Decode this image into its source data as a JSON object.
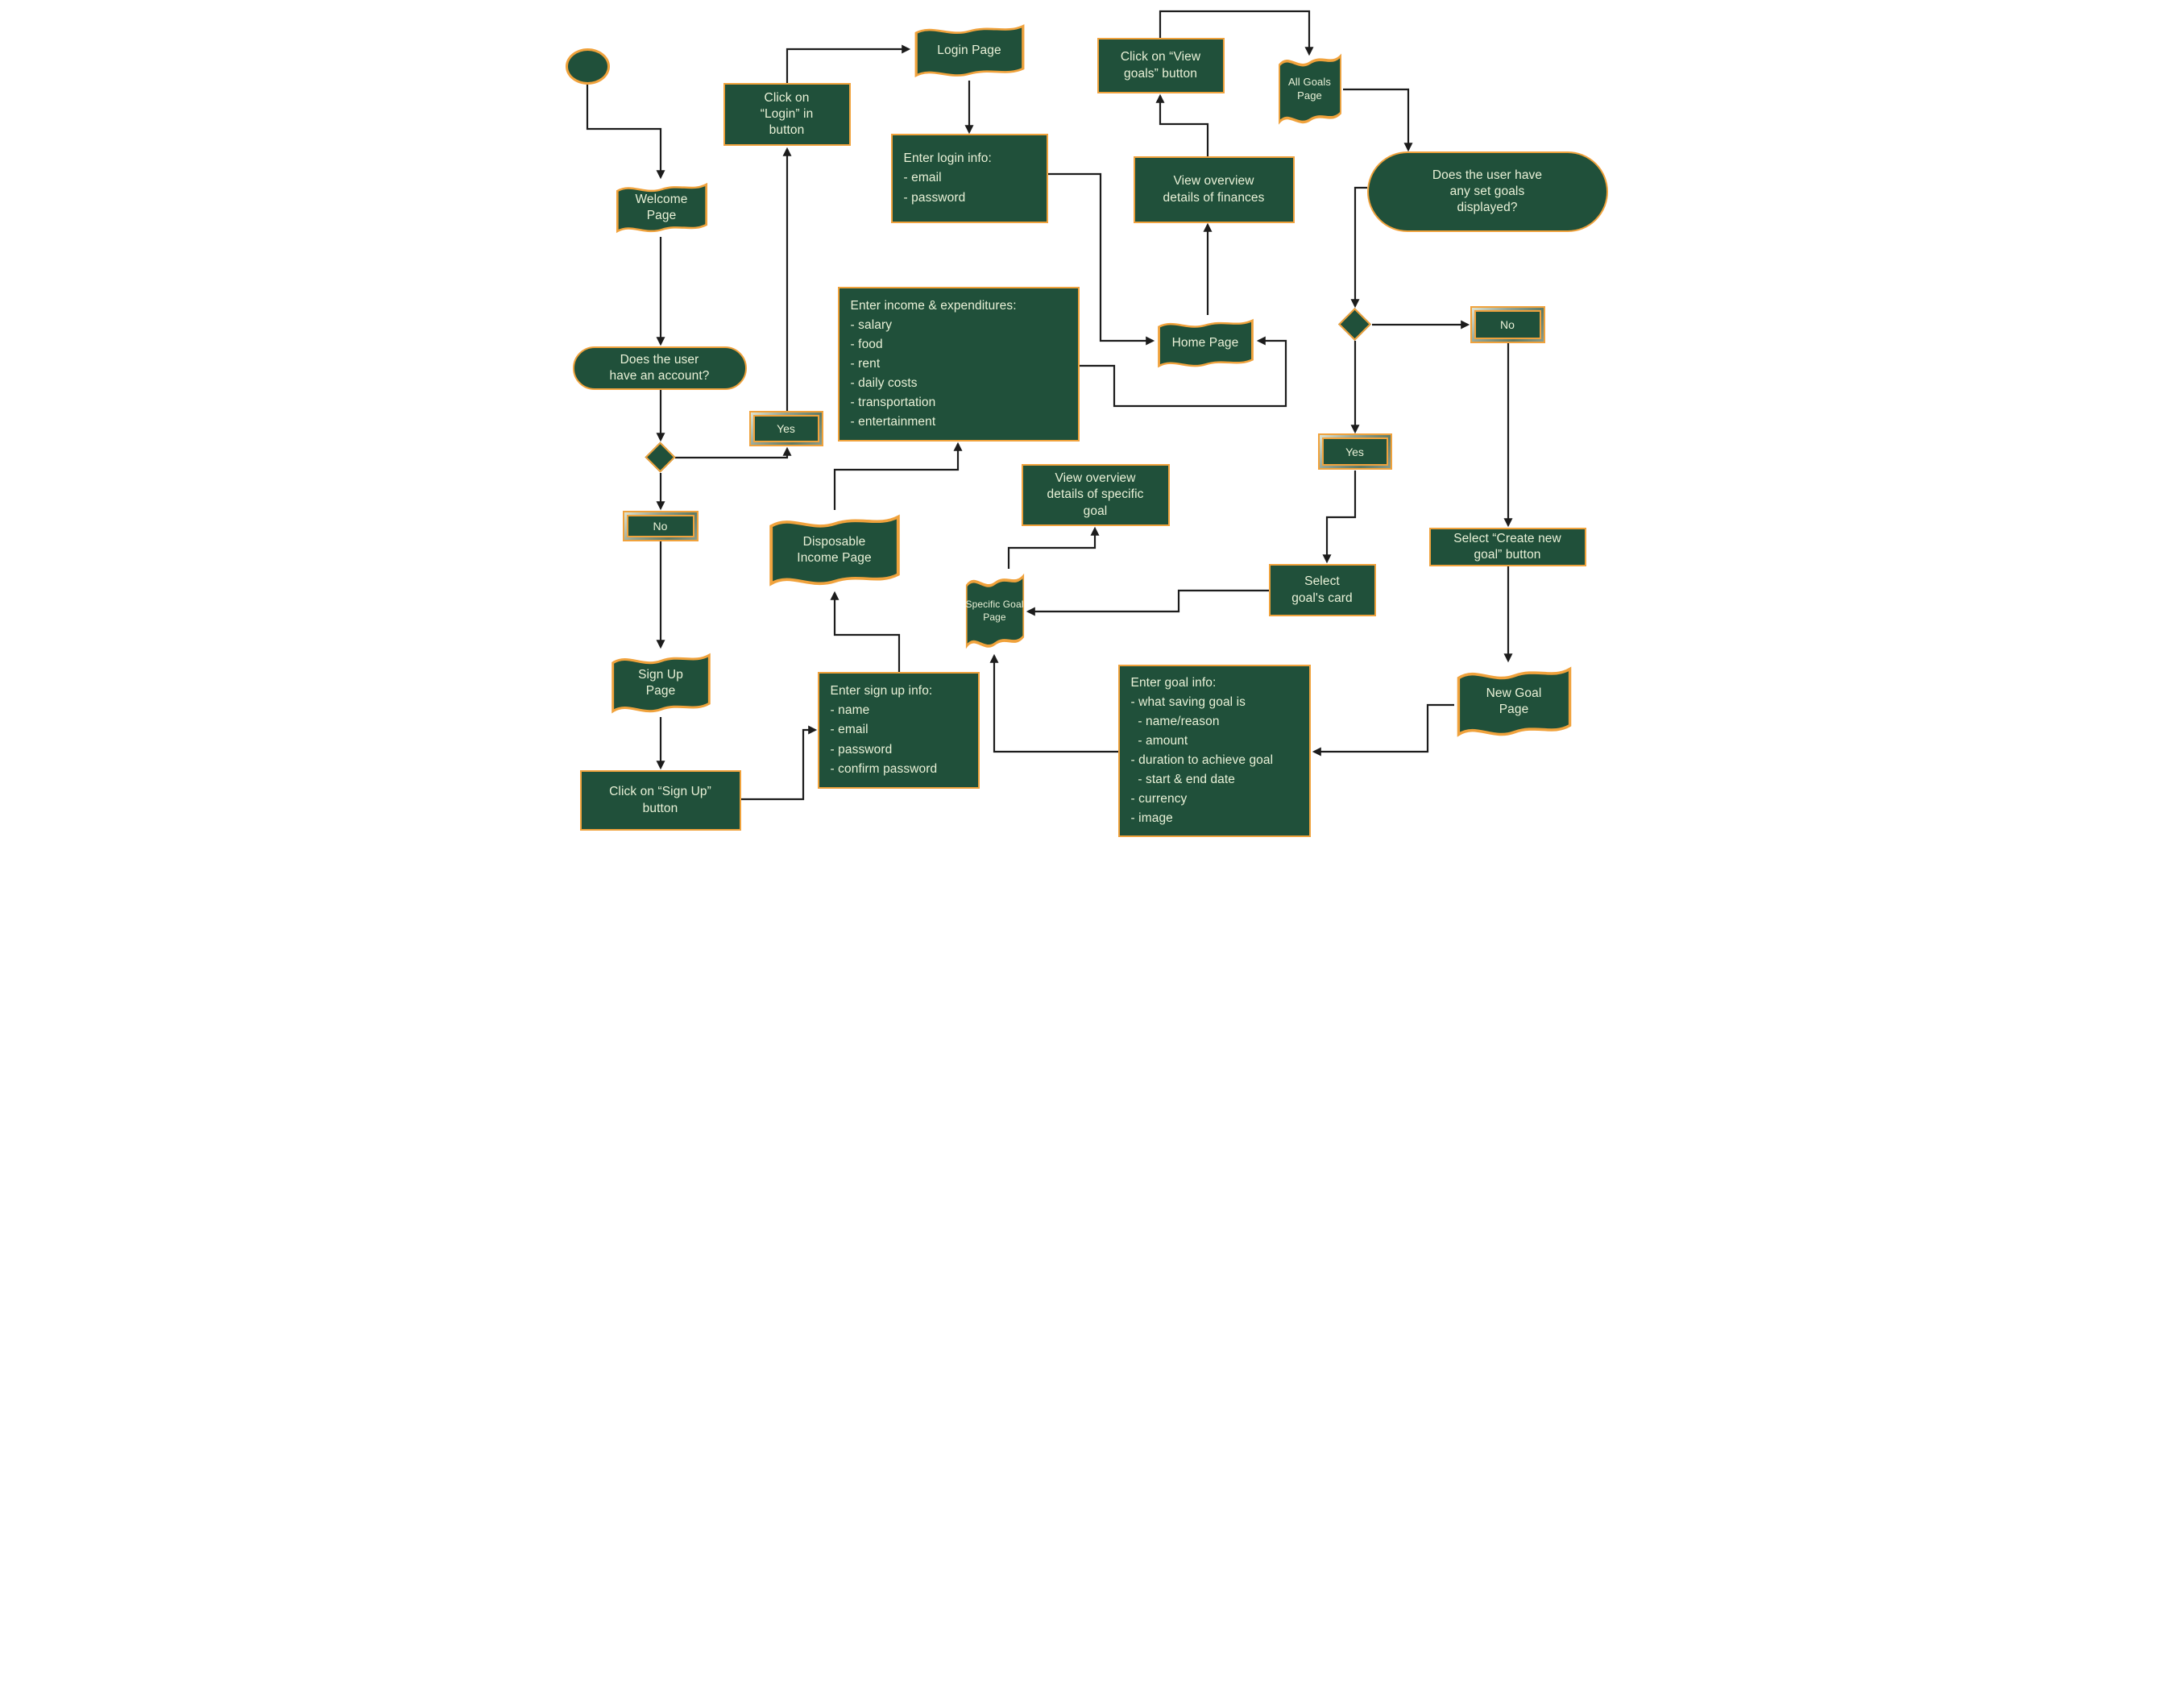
{
  "nodes": {
    "welcome_page": "Welcome\nPage",
    "account_question": "Does the user\nhave an account?",
    "no_left": "No",
    "yes_left": "Yes",
    "sign_up_page": "Sign Up\nPage",
    "click_sign_up": "Click on “Sign Up”\nbutton",
    "enter_sign_up_info": "Enter sign up info:\n- name\n- email\n- password\n- confirm password",
    "disposable_income_page": "Disposable\nIncome Page",
    "enter_income": "Enter income & expenditures:\n- salary\n- food\n- rent\n- daily costs\n- transportation\n- entertainment",
    "click_login": "Click on\n“Login” in\nbutton",
    "login_page": "Login Page",
    "enter_login_info": "Enter login info:\n- email\n- password",
    "home_page": "Home Page",
    "view_finances": "View overview\ndetails of finances",
    "click_view_goals": "Click on “View\ngoals” button",
    "all_goals_page": "All Goals\nPage",
    "goals_question": "Does the user have\nany set goals\ndisplayed?",
    "no_right": "No",
    "yes_right": "Yes",
    "select_create_new_goal": "Select “Create new\ngoal” button",
    "new_goal_page": "New Goal\nPage",
    "enter_goal_info": "Enter goal info:\n- what saving goal is\n  - name/reason\n  - amount\n- duration to achieve goal\n  - start & end date\n- currency\n- image",
    "select_goals_card": "Select\ngoal's card",
    "specific_goal_page": "Specific Goal\nPage",
    "view_specific_goal": "View overview\ndetails of specific\ngoal"
  },
  "colors": {
    "fill": "#20503a",
    "border": "#f0a23c",
    "ink": "#e9f1d7",
    "line": "#1c1c1c"
  }
}
